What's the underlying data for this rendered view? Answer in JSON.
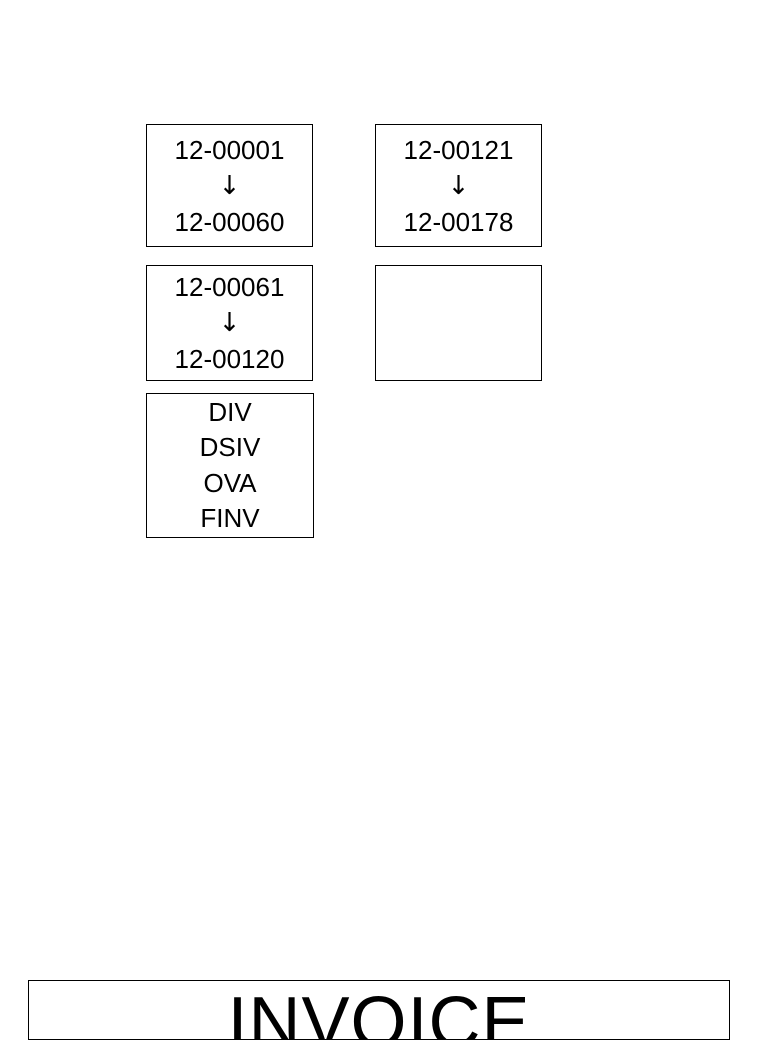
{
  "ranges": [
    {
      "from": "12-00001",
      "arrow": "↓",
      "to": "12-00060"
    },
    {
      "from": "12-00121",
      "arrow": "↓",
      "to": "12-00178"
    },
    {
      "from": "12-00061",
      "arrow": "↓",
      "to": "12-00120"
    }
  ],
  "codes": [
    "DIV",
    "DSIV",
    "OVA",
    "FINV"
  ],
  "banner": {
    "title": "INVOICE"
  }
}
